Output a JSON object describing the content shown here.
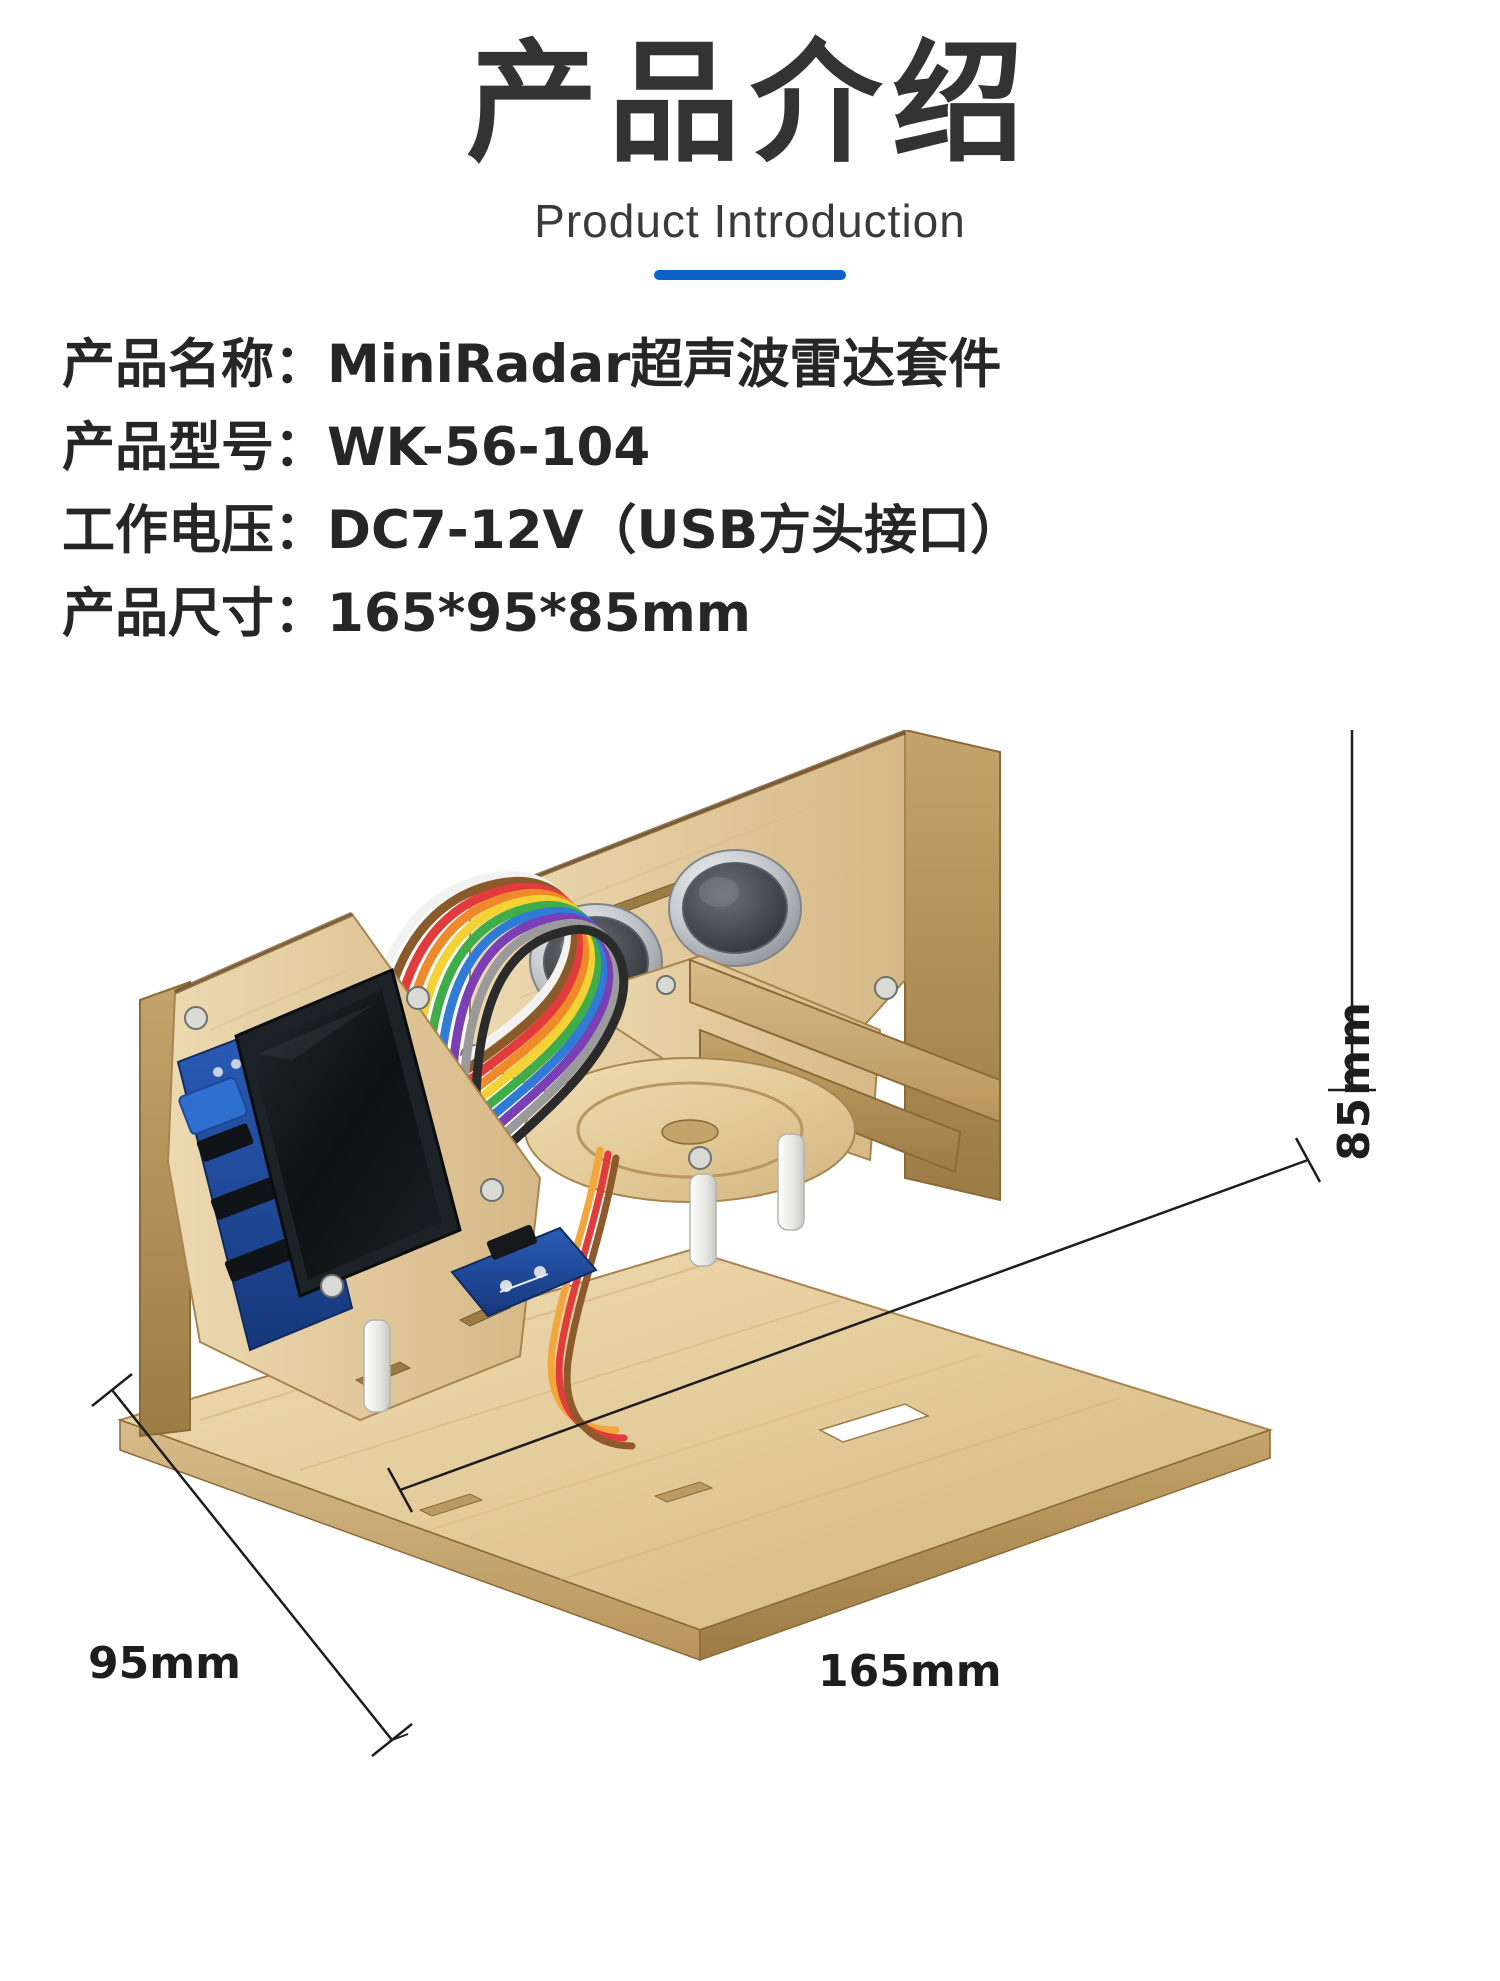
{
  "header": {
    "title_cn": "产品介绍",
    "title_en": "Product Introduction",
    "accent_color": "#0a62c9"
  },
  "specs": [
    {
      "label": "产品名称：",
      "value": "MiniRadar超声波雷达套件"
    },
    {
      "label": "产品型号：",
      "value": "WK-56-104"
    },
    {
      "label": "工作电压：",
      "value": "DC7-12V（USB方头接口）"
    },
    {
      "label": "产品尺寸：",
      "value": "165*95*85mm"
    }
  ],
  "dimensions": {
    "height": "85mm",
    "depth": "95mm",
    "width": "165mm"
  },
  "product_photo": {
    "alt": "MiniRadar 超声波雷达套件 木质组装实物图",
    "colors": {
      "plywood_light": "#e8d5a8",
      "plywood_mid": "#d9bf8c",
      "plywood_dark": "#bd9c62",
      "plywood_edge": "#8a6a37",
      "burn_edge": "#6b4a24",
      "pcb_blue": "#1f4da1",
      "pcb_blue_dark": "#163a7a",
      "lcd_black": "#141414",
      "sensor_silver": "#c9cccf",
      "sensor_mesh": "#4a4f54",
      "standoff_white": "#f1f1ef",
      "background": "#ffffff"
    },
    "ribbon_cable_colors": [
      "#ffffff",
      "#8b5a2b",
      "#e23b3b",
      "#ef8a2b",
      "#f2d235",
      "#3fae4a",
      "#2f7bd6",
      "#7a3fb5",
      "#9a9a9a",
      "#2b2b2b"
    ],
    "servo_wire_colors": [
      "#f2a63b",
      "#e03c3c",
      "#8c5a2b"
    ]
  }
}
